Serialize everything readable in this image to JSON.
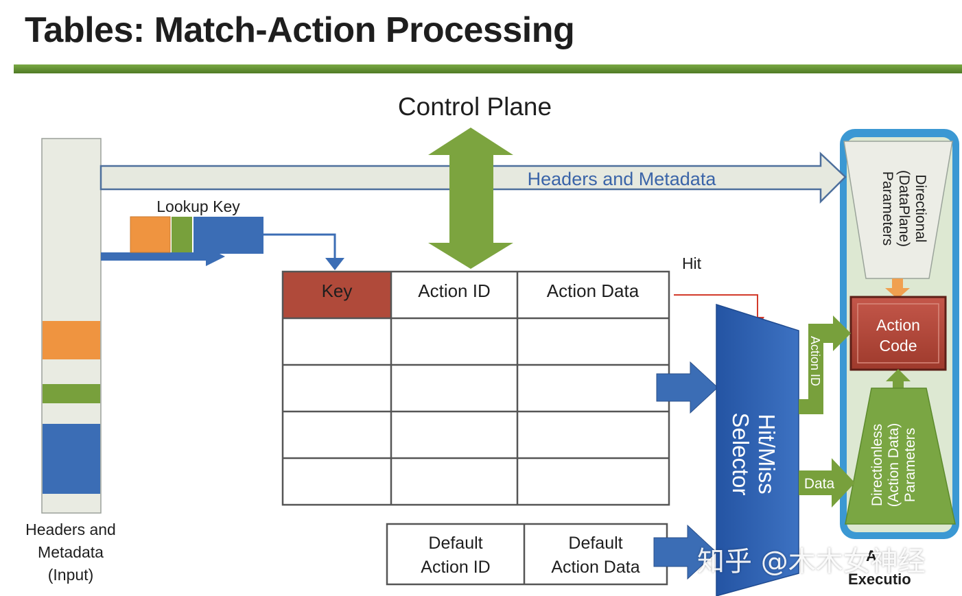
{
  "slide": {
    "title": "Tables: Match-Action Processing"
  },
  "diagram": {
    "control_plane_label": "Control Plane",
    "headers_metadata_arrow_label": "Headers and Metadata",
    "lookup_key_label": "Lookup Key",
    "input_label_line1": "Headers and",
    "input_label_line2": "Metadata",
    "input_label_line3": "(Input)",
    "table_headers": [
      "Key",
      "Action ID",
      "Action Data"
    ],
    "hit_label": "Hit",
    "default_action_id_line1": "Default",
    "default_action_id_line2": "Action ID",
    "default_action_data_line1": "Default",
    "default_action_data_line2": "Action Data",
    "selector_label_line1": "Hit/Miss",
    "selector_label_line2": "Selector",
    "action_id_arrow_label": "Action ID",
    "data_arrow_label": "Data",
    "action_code_line1": "Action",
    "action_code_line2": "Code",
    "directional_line1": "Directional",
    "directional_line2": "(DataPlane)",
    "directional_line3": "Parameters",
    "directionless_line1": "Directionless",
    "directionless_line2": "(Action Data)",
    "directionless_line3": "Parameters",
    "bottom_right_partial_line1": "A",
    "bottom_right_partial_line2": "Executio"
  },
  "watermark": {
    "text": "知乎 @木木女神经"
  },
  "colors": {
    "title_rule": "#5f8f30",
    "green": "#77a03c",
    "blue": "#3b6db5",
    "dark_blue": "#2a59a8",
    "orange": "#ef9440",
    "key_red": "#b04a3a",
    "action_code_red": "#b34535",
    "panel_blue": "#3a9bd5",
    "panel_inner": "#e6eedc",
    "light_gray": "#e8ebe1",
    "hit_red": "#d23a2a"
  }
}
